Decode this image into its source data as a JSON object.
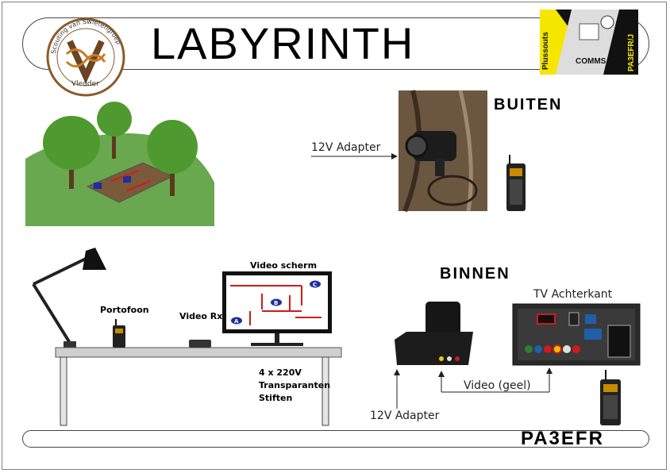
{
  "header": {
    "title": "LABYRINTH",
    "logo_left_text_top": "Scouting van Swietengroep",
    "logo_left_text_bottom": "Vledder",
    "logo_right_text_left": "Plussouts",
    "logo_right_text_mid": "COMMS",
    "logo_right_text_right": "PA3EFR/J"
  },
  "outside": {
    "heading": "BUITEN",
    "adapter_label": "12V Adapter"
  },
  "inside": {
    "heading": "BINNEN",
    "tv_back_label": "TV Achterkant",
    "video_cable_label": "Video (geel)",
    "adapter_label": "12V Adapter"
  },
  "desk": {
    "screen_label": "Video scherm",
    "portofoon_label": "Portofoon",
    "video_rx_label": "Video Rx",
    "supplies_line1": "4 x 220V",
    "supplies_line2": "Transparanten",
    "supplies_line3": "Stiften",
    "maze_markers": [
      "A",
      "B",
      "C"
    ]
  },
  "footer": {
    "callsign": "PA3EFR"
  },
  "colors": {
    "red_marker": "#d11a1a",
    "blue_marker": "#1f2e9c",
    "grass": "#6aa84f",
    "tree": "#4f9a2f"
  }
}
